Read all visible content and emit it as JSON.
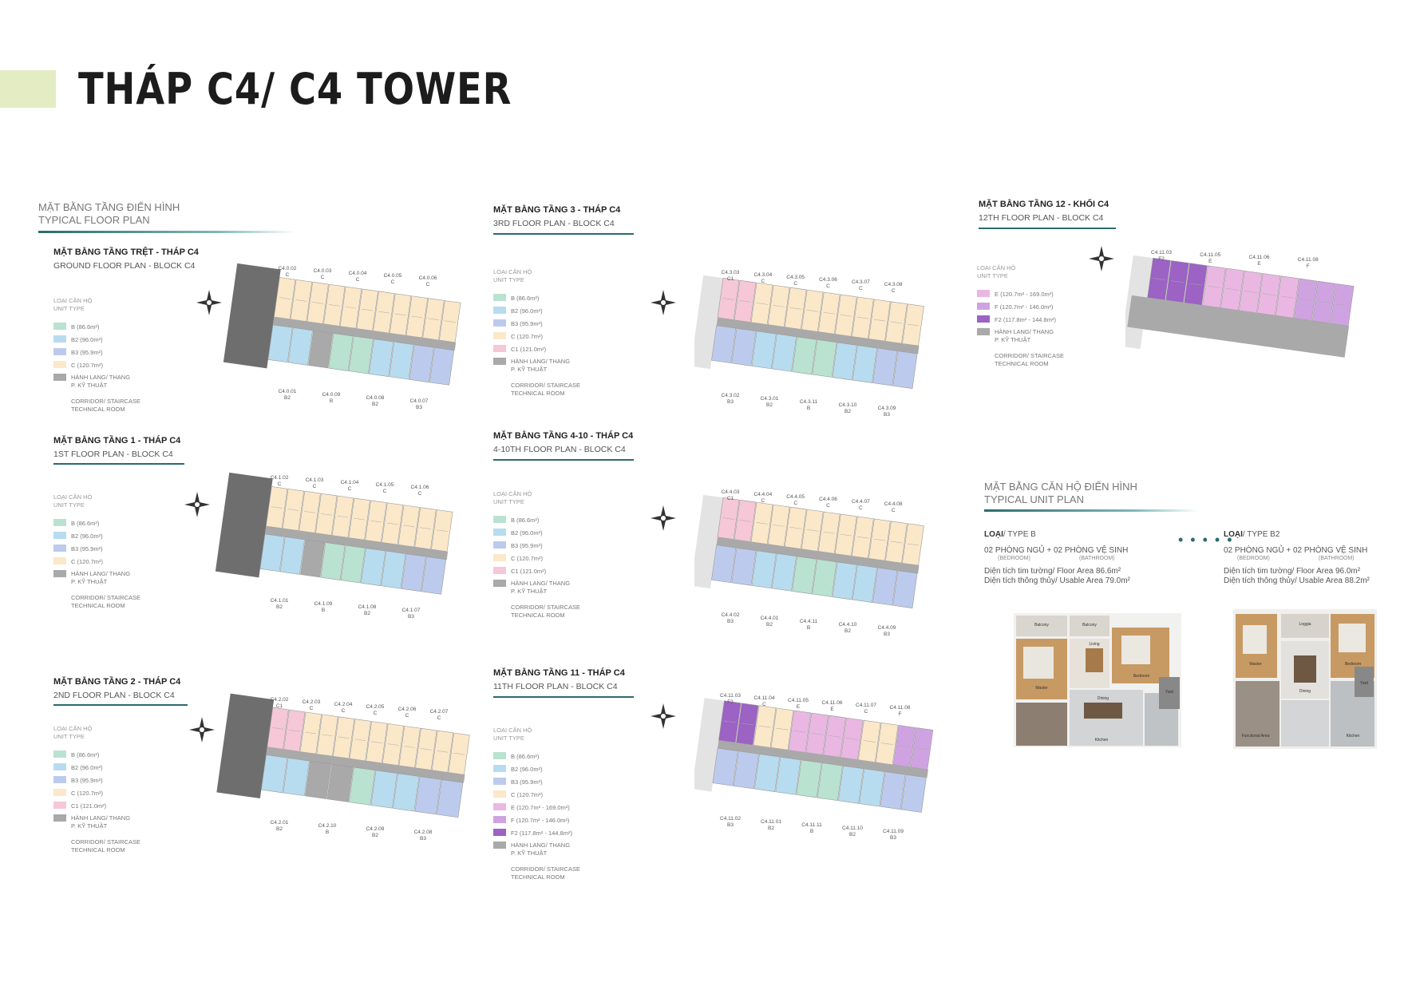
{
  "header": {
    "title": "THÁP C4/ C4 TOWER"
  },
  "colors": {
    "B": "#b9e2d1",
    "B2": "#b7dcef",
    "B3": "#bccbed",
    "C": "#fbe8c9",
    "C1": "#f6c7d6",
    "E": "#eab7e2",
    "F": "#cfa3e2",
    "F2": "#9c62c4",
    "corridor": "#a9a9a9",
    "accent": "#2c6a6e",
    "title_bar": "#e4ecc4"
  },
  "typical": {
    "line1": "MẶT BẰNG TẦNG ĐIỂN HÌNH",
    "line2": "TYPICAL FLOOR PLAN"
  },
  "legend_heading": {
    "vi": "LOẠI CĂN HỘ",
    "en": "UNIT TYPE"
  },
  "legend_items": {
    "B": "B (86.6m²)",
    "B2": "B2 (96.0m²)",
    "B3": "B3 (95.9m²)",
    "C": "C (120.7m²)",
    "C1": "C1 (121.0m²)",
    "E": "E (120.7m² - 169.0m²)",
    "F": "F (120.7m² - 146.0m²)",
    "F2": "F2 (117.8m² - 144.8m²)",
    "corridor_vi": "HÀNH LANG/ THANG",
    "corridor_vi2": "P. KỸ THUẬT",
    "corridor_en": "CORRIDOR/ STAIRCASE",
    "corridor_en2": "TECHNICAL ROOM"
  },
  "plans": {
    "ground": {
      "title": "MẶT BẰNG TẦNG TRỆT - THÁP C4",
      "sub": "GROUND FLOOR PLAN - BLOCK C4"
    },
    "floor1": {
      "title": "MẶT BẰNG TẦNG 1 - THÁP C4",
      "sub": "1ST FLOOR PLAN - BLOCK C4"
    },
    "floor2": {
      "title": "MẶT BẰNG TẦNG 2 - THÁP C4",
      "sub": "2ND FLOOR PLAN - BLOCK C4"
    },
    "floor3": {
      "title": "MẶT BẰNG TẦNG 3 - THÁP C4",
      "sub": "3RD FLOOR PLAN - BLOCK C4"
    },
    "floor4_10": {
      "title": "MẶT BẰNG TẦNG 4-10 - THÁP C4",
      "sub": "4-10TH FLOOR PLAN - BLOCK C4"
    },
    "floor11": {
      "title": "MẶT BẰNG TẦNG 11 - THÁP C4",
      "sub": "11TH FLOOR PLAN - BLOCK C4"
    },
    "floor12": {
      "title": "MẶT BẰNG TẦNG 12 - KHỐI C4",
      "sub": "12TH FLOOR PLAN - BLOCK C4"
    }
  },
  "unit_plan": {
    "line1": "MẶT BẰNG CĂN HỘ ĐIỂN HÌNH",
    "line2": "TYPICAL UNIT PLAN",
    "typeB": {
      "label": "LOẠI",
      "type": "/ TYPE B",
      "rooms": "02 PHÒNG NGỦ + 02 PHÒNG VỆ SINH",
      "bed": "(BEDROOM)",
      "bath": "(BATHROOM)",
      "floor_area": "Diện tích tim tường/ Floor Area 86.6m²",
      "usable_area": "Diện tích thông thủy/ Usable Area 79.0m²"
    },
    "typeB2": {
      "label": "LOẠI",
      "type": "/ TYPE B2",
      "rooms": "02 PHÒNG NGỦ + 02 PHÒNG VỆ SINH",
      "bed": "(BEDROOM)",
      "bath": "(BATHROOM)",
      "floor_area": "Diện tích tim tường/ Floor Area 96.0m²",
      "usable_area": "Diện tích thông thủy/ Usable Area 88.2m²"
    },
    "dots": "• • • • •"
  },
  "unit_tags": {
    "ground_top": [
      "C4.0.02\nC",
      "C4.0.03\nC",
      "C4.0.04\nC",
      "C4.0.05\nC",
      "C4.0.06\nC"
    ],
    "ground_bot": [
      "C4.0.01\nB2",
      "C4.0.09\nB",
      "C4.0.08\nB2",
      "C4.0.07\nB3"
    ],
    "f1_top": [
      "C4.1.02\nC",
      "C4.1.03\nC",
      "C4.1.04\nC",
      "C4.1.05\nC",
      "C4.1.06\nC"
    ],
    "f1_bot": [
      "C4.1.01\nB2",
      "C4.1.09\nB",
      "C4.1.08\nB2",
      "C4.1.07\nB3"
    ],
    "f2_top": [
      "C4.2.02\nC1",
      "C4.2.03\nC",
      "C4.2.04\nC",
      "C4.2.05\nC",
      "C4.2.06\nC",
      "C4.2.07\nC"
    ],
    "f2_bot": [
      "C4.2.01\nB2",
      "C4.2.10\nB",
      "C4.2.09\nB2",
      "C4.2.08\nB3"
    ],
    "f3_top": [
      "C4.3.03\nC1",
      "C4.3.04\nC",
      "C4.3.05\nC",
      "C4.3.06\nC",
      "C4.3.07\nC",
      "C4.3.08\nC"
    ],
    "f3_bot": [
      "C4.3.02\nB3",
      "C4.3.01\nB2",
      "C4.3.11\nB",
      "C4.3.10\nB2",
      "C4.3.09\nB3"
    ],
    "f4_top": [
      "C4.4.03\nC1",
      "C4.4.04\nC",
      "C4.4.05\nC",
      "C4.4.06\nC",
      "C4.4.07\nC",
      "C4.4.08\nC"
    ],
    "f4_bot": [
      "C4.4.02\nB3",
      "C4.4.01\nB2",
      "C4.4.11\nB",
      "C4.4.10\nB2",
      "C4.4.09\nB3"
    ],
    "f11_top": [
      "C4.11.03\nF2",
      "C4.11.04\nC",
      "C4.11.05\nE",
      "C4.11.06\nE",
      "C4.11.07\nC",
      "C4.11.08\nF"
    ],
    "f11_bot": [
      "C4.11.02\nB3",
      "C4.11.01\nB2",
      "C4.11.11\nB",
      "C4.11.10\nB2",
      "C4.11.09\nB3"
    ],
    "f12_top": [
      "C4.11.03\nF2",
      "C4.11.05\nE",
      "C4.11.06\nE",
      "C4.11.08\nF"
    ]
  },
  "room_labels": {
    "typeB": [
      "Balcony",
      "Balcony",
      "Living",
      "Bedroom",
      "Master",
      "Dining",
      "Kitchen",
      "Yard"
    ],
    "typeB2": [
      "Loggia",
      "Bedroom",
      "Master",
      "Dining",
      "Yard",
      "Functional Area",
      "Kitchen"
    ]
  }
}
